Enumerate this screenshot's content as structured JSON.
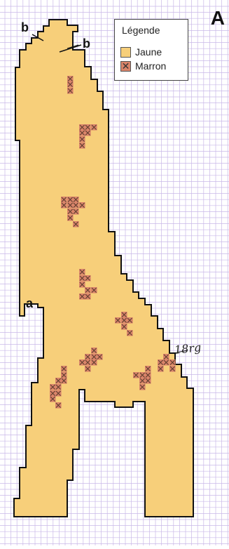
{
  "figure_letter": "A",
  "legend": {
    "title": "Légende",
    "items": [
      {
        "label": "Jaune",
        "color": "#f7cf7a",
        "symbol": ""
      },
      {
        "label": "Marron",
        "color": "#d9846a",
        "symbol": "✕"
      }
    ]
  },
  "markers": {
    "b_left": "b",
    "b_right": "b",
    "a": "a",
    "row_note": "18rg"
  },
  "colors": {
    "grid": "#c9b8e8",
    "fill_yellow": "#f7cf7a",
    "fill_brown": "#d9846a",
    "outline": "#111111"
  }
}
